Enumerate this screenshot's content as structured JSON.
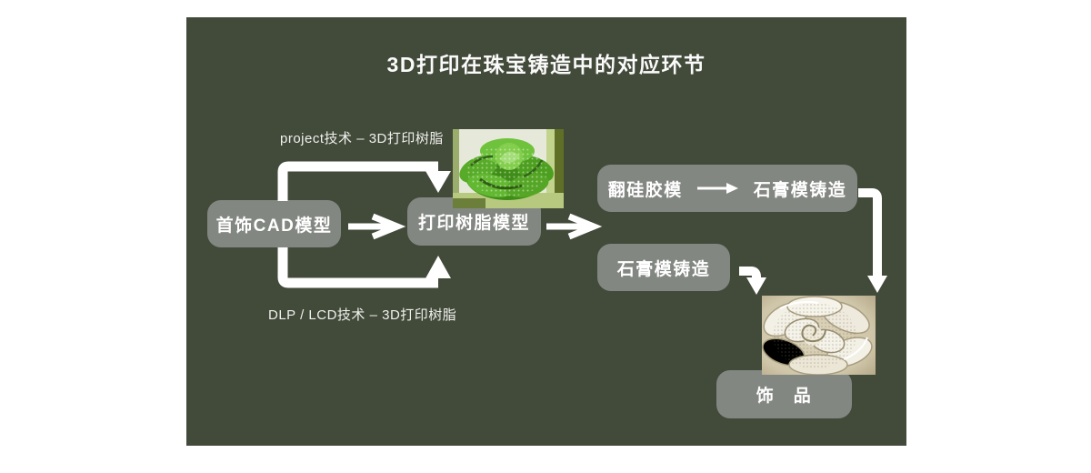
{
  "title": "3D打印在珠宝铸造中的对应环节",
  "theme": {
    "page_bg": "#ffffff",
    "panel_bg": "#424a3a",
    "box_bg": "#838781",
    "text_color": "#ffffff",
    "arrow_color": "#ffffff"
  },
  "flow_labels": {
    "top": "project技术 – 3D打印树脂",
    "bottom": "DLP / LCD技术 – 3D打印树脂"
  },
  "boxes": {
    "cad": "首饰CAD模型",
    "print": "打印树脂模型",
    "silicone": "翻硅胶模",
    "plaster_after_silicone": "石膏模铸造",
    "plaster_direct": "石膏模铸造",
    "final": "饰　品"
  },
  "photos": {
    "resin": "green-resin-3d-print-photo",
    "rose": "cast-jewelry-rose-photo"
  }
}
